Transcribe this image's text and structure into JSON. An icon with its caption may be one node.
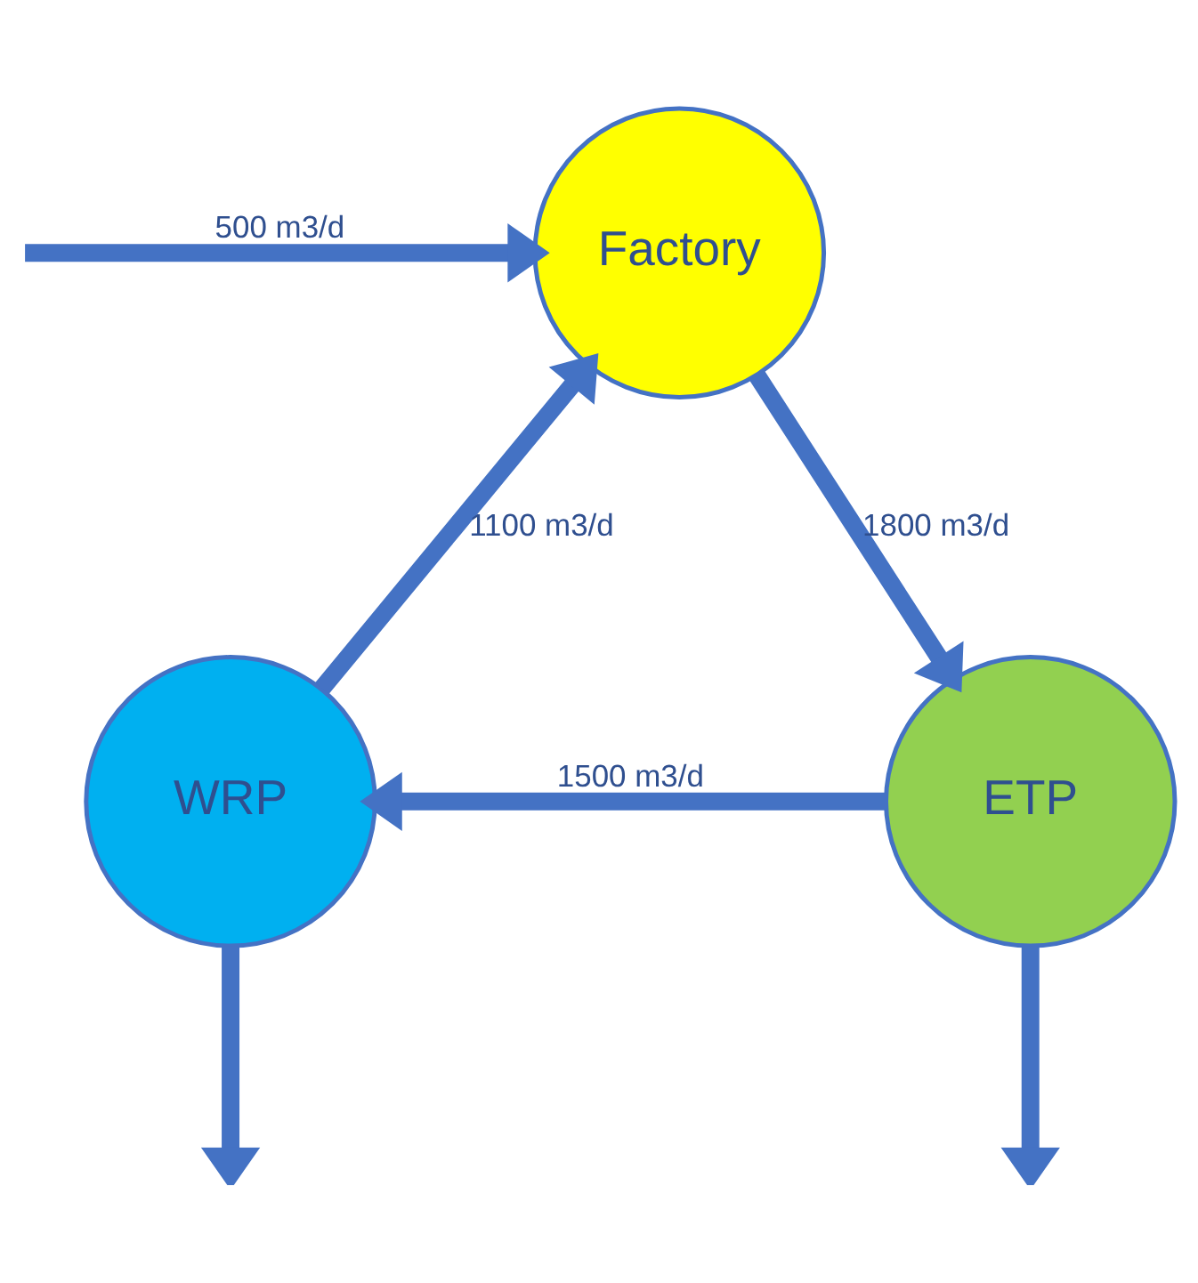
{
  "diagram": {
    "nodes": [
      {
        "text": [
          "Factory"
        ]
      },
      {
        "text": [
          "ETP"
        ]
      },
      {
        "text": [
          "WRP"
        ]
      }
    ],
    "edges": [
      {
        "from": null,
        "to": 0,
        "arrow": "to",
        "label": "500 m3/d"
      },
      {
        "from": 0,
        "to": 1,
        "arrow": "to",
        "label": "1800 m3/d"
      },
      {
        "from": 1,
        "to": 2,
        "arrow": "to",
        "label": "1500 m3/d"
      },
      {
        "from": 2,
        "to": 0,
        "arrow": "to",
        "label": "1100 m3/d"
      },
      {
        "from": 2,
        "to": null,
        "arrow": "to"
      },
      {
        "from": 1,
        "to": null,
        "arrow": "to"
      }
    ]
  }
}
